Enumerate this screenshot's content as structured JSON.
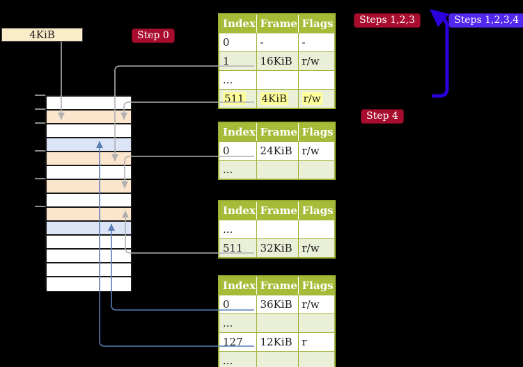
{
  "frame_label": {
    "text": "4KiB"
  },
  "badges": {
    "step0": {
      "text": "Step 0",
      "color": "#A80D2E"
    },
    "steps123": {
      "text": "Steps 1,2,3",
      "color": "#A80D2E"
    },
    "steps1234": {
      "text": "Steps 1,2,3,4",
      "color": "#5128EE"
    },
    "step4": {
      "text": "Step 4",
      "color": "#A80D2E"
    }
  },
  "tables": [
    {
      "id": "page-table-level-1",
      "headers": [
        "Index",
        "Frame",
        "Flags"
      ],
      "rows": [
        {
          "cells": [
            "0",
            "-",
            "-"
          ],
          "shaded": false,
          "highlighted": false
        },
        {
          "cells": [
            "1",
            "16KiB",
            "r/w"
          ],
          "shaded": true,
          "highlighted": false
        },
        {
          "cells": [
            "...",
            "",
            ""
          ],
          "shaded": false,
          "highlighted": false
        },
        {
          "cells": [
            "511",
            "4KiB",
            "r/w"
          ],
          "shaded": true,
          "highlighted": true
        }
      ]
    },
    {
      "id": "page-table-level-2",
      "headers": [
        "Index",
        "Frame",
        "Flags"
      ],
      "rows": [
        {
          "cells": [
            "0",
            "24KiB",
            "r/w"
          ],
          "shaded": false,
          "highlighted": false
        },
        {
          "cells": [
            "...",
            "",
            ""
          ],
          "shaded": true,
          "highlighted": false
        }
      ]
    },
    {
      "id": "page-table-level-3",
      "headers": [
        "Index",
        "Frame",
        "Flags"
      ],
      "rows": [
        {
          "cells": [
            "...",
            "",
            ""
          ],
          "shaded": false,
          "highlighted": false
        },
        {
          "cells": [
            "511",
            "32KiB",
            "r/w"
          ],
          "shaded": true,
          "highlighted": false
        }
      ]
    },
    {
      "id": "page-table-level-4",
      "headers": [
        "Index",
        "Frame",
        "Flags"
      ],
      "rows": [
        {
          "cells": [
            "0",
            "36KiB",
            "r/w"
          ],
          "shaded": false,
          "highlighted": false
        },
        {
          "cells": [
            "...",
            "",
            ""
          ],
          "shaded": true,
          "highlighted": false
        },
        {
          "cells": [
            "127",
            "12KiB",
            "r"
          ],
          "shaded": false,
          "highlighted": false
        },
        {
          "cells": [
            "...",
            "",
            ""
          ],
          "shaded": true,
          "highlighted": false
        }
      ]
    }
  ],
  "memory_column": {
    "rows": [
      "white",
      "orange",
      "white",
      "blue",
      "orange",
      "white",
      "orange",
      "white",
      "orange",
      "blue",
      "white",
      "white",
      "white",
      "white"
    ],
    "tick_count": 6
  },
  "colors": {
    "background": "#000000",
    "table_header": "#A6BC38",
    "table_row_shaded": "#EAF0D8",
    "table_border": "#9DB233",
    "highlight": "#FFFF99",
    "memory_orange": "#FCE5CD",
    "memory_blue": "#DBE5F6",
    "frame_label_bg": "#FAECC9",
    "connector_gray": "#B0B0B0",
    "connector_blue": "#5B7DB5",
    "big_arrow_blue": "#2B00DC",
    "badge_red": "#A80D2E",
    "badge_blue": "#5128EE"
  }
}
